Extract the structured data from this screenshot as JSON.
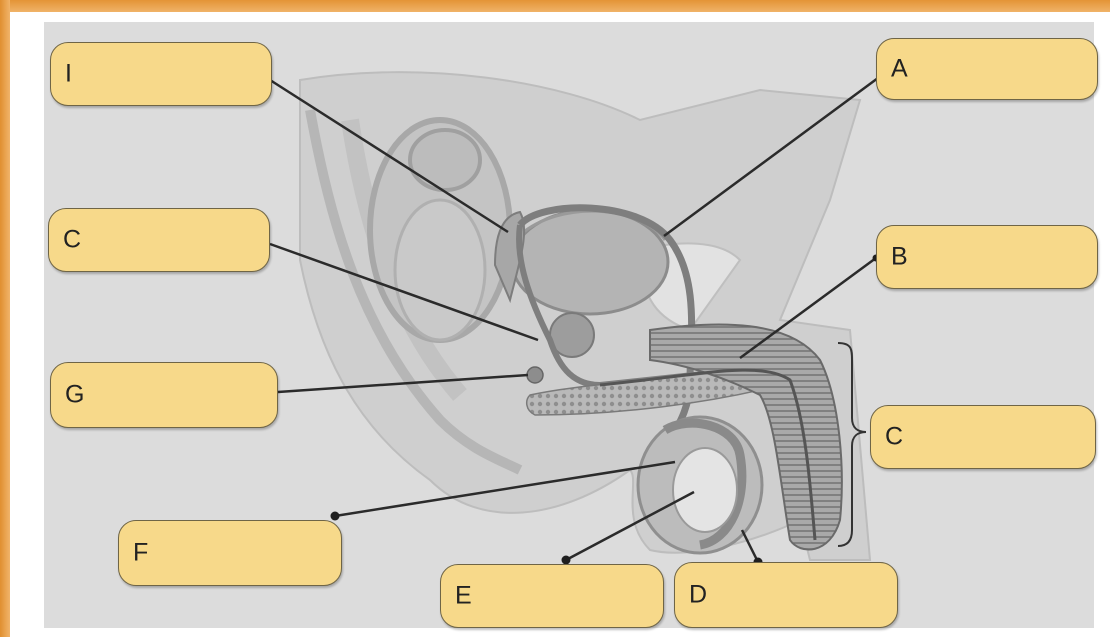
{
  "labels": {
    "I": "I",
    "A": "A",
    "C_left": "C",
    "B": "B",
    "G": "G",
    "C_right": "C",
    "F": "F",
    "E": "E",
    "D": "D"
  },
  "colors": {
    "frame": "#e9a24a",
    "label_fill": "#f7d98a",
    "figure_bg": "#dcdcdc",
    "leader_line": "#2b2b2b"
  }
}
